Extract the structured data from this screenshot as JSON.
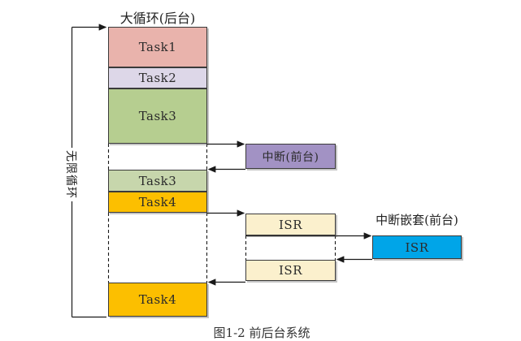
{
  "title": "大循环(后台)",
  "infinite_loop_label": "无限循环",
  "background_tasks": [
    {
      "label": "Task1",
      "color": "#e9b3ac"
    },
    {
      "label": "Task2",
      "color": "#ddd7e8"
    },
    {
      "label": "Task3",
      "color": "#b6ce90"
    },
    {
      "label": "Task3",
      "color": "#c7d6ac"
    },
    {
      "label": "Task4",
      "color": "#fcbf00"
    },
    {
      "label": "Task4",
      "color": "#fcbf00"
    }
  ],
  "interrupt": {
    "label": "中断(前台)",
    "color": "#a292c4"
  },
  "isr_level1": [
    {
      "label": "ISR",
      "color": "#fbf0cd"
    },
    {
      "label": "ISR",
      "color": "#fbf0cd"
    }
  ],
  "nested_interrupt": {
    "title": "中断嵌套(前台)",
    "isr_label": "ISR",
    "color": "#00a5e8"
  },
  "caption_fragment": "图1-2 前后台系统",
  "colors": {
    "border": "#3a3a3a",
    "line": "#1a1a1a",
    "background": "#ffffff"
  }
}
